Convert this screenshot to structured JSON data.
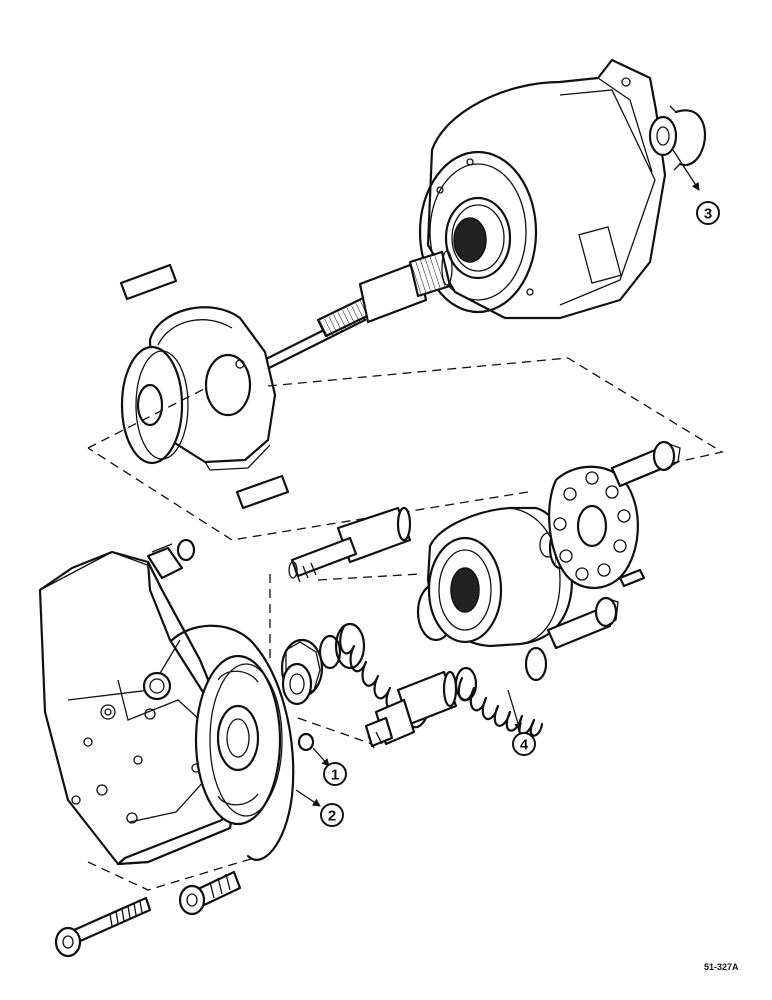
{
  "diagram": {
    "reference_code": "51-327A",
    "callouts": [
      {
        "label": "1"
      },
      {
        "label": "2"
      },
      {
        "label": "3"
      },
      {
        "label": "4"
      }
    ]
  }
}
